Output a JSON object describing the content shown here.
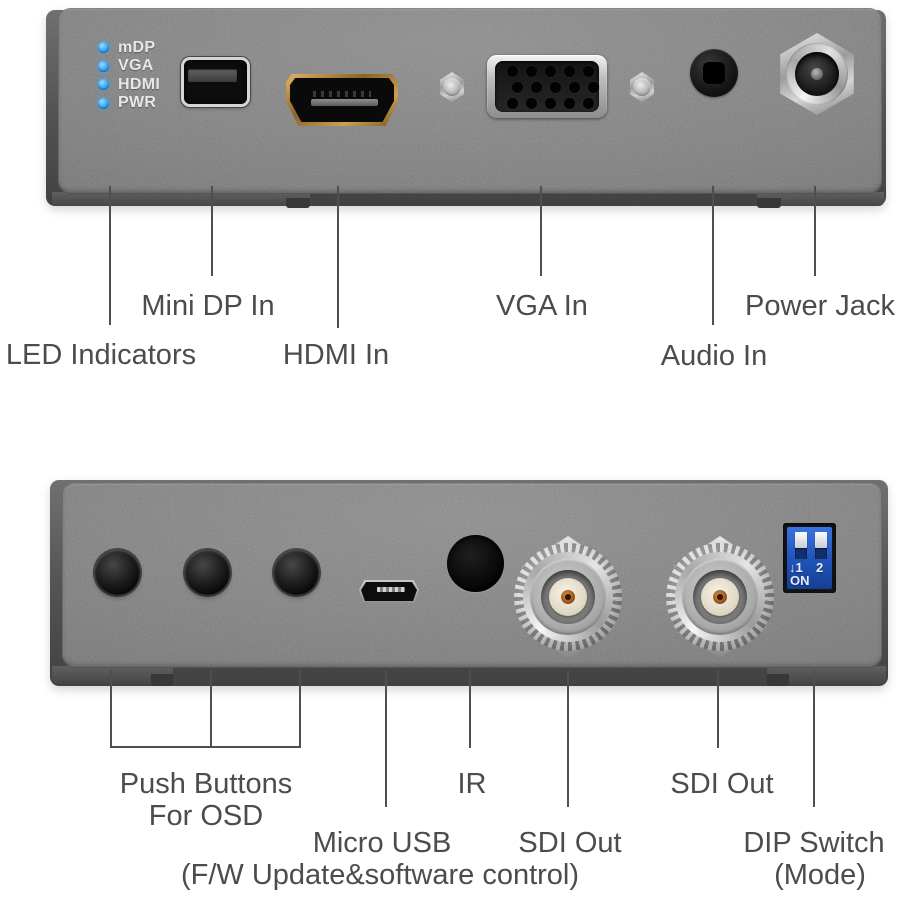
{
  "colors": {
    "background": "#ffffff",
    "label_text": "#4c4c4c",
    "leader_line": "#4f4f4f",
    "chassis_grey": "#7b7b7b",
    "led_blue": "#2d9ef0",
    "dip_switch_blue": "#2456bc",
    "hdmi_gold": "#b98c3f"
  },
  "front_panel": {
    "leds": [
      "mDP",
      "VGA",
      "HDMI",
      "PWR"
    ],
    "callouts": {
      "mini_dp": "Mini DP In",
      "vga": "VGA In",
      "power": "Power Jack",
      "led": "LED Indicators",
      "hdmi": "HDMI In",
      "audio": "Audio In"
    }
  },
  "rear_panel": {
    "dip": {
      "arrow": "↓",
      "num1": "1",
      "num2": "2",
      "on": "ON"
    },
    "callouts": {
      "push_line1": "Push Buttons",
      "push_line2": "For OSD",
      "ir": "IR",
      "sdi_top": "SDI Out",
      "micro_usb_line1": "Micro USB",
      "micro_usb_line2": "(F/W Update&software control)",
      "sdi_bottom": "SDI Out",
      "dip_line1": "DIP Switch",
      "dip_line2": "(Mode)"
    }
  },
  "ports": {
    "front": [
      "led-indicators",
      "mini-dp-port",
      "hdmi-port",
      "vga-port",
      "audio-jack",
      "power-jack"
    ],
    "rear": [
      "push-buttons",
      "micro-usb-port",
      "ir-receiver",
      "sdi-out-bnc-1",
      "sdi-out-bnc-2",
      "dip-switch"
    ]
  }
}
